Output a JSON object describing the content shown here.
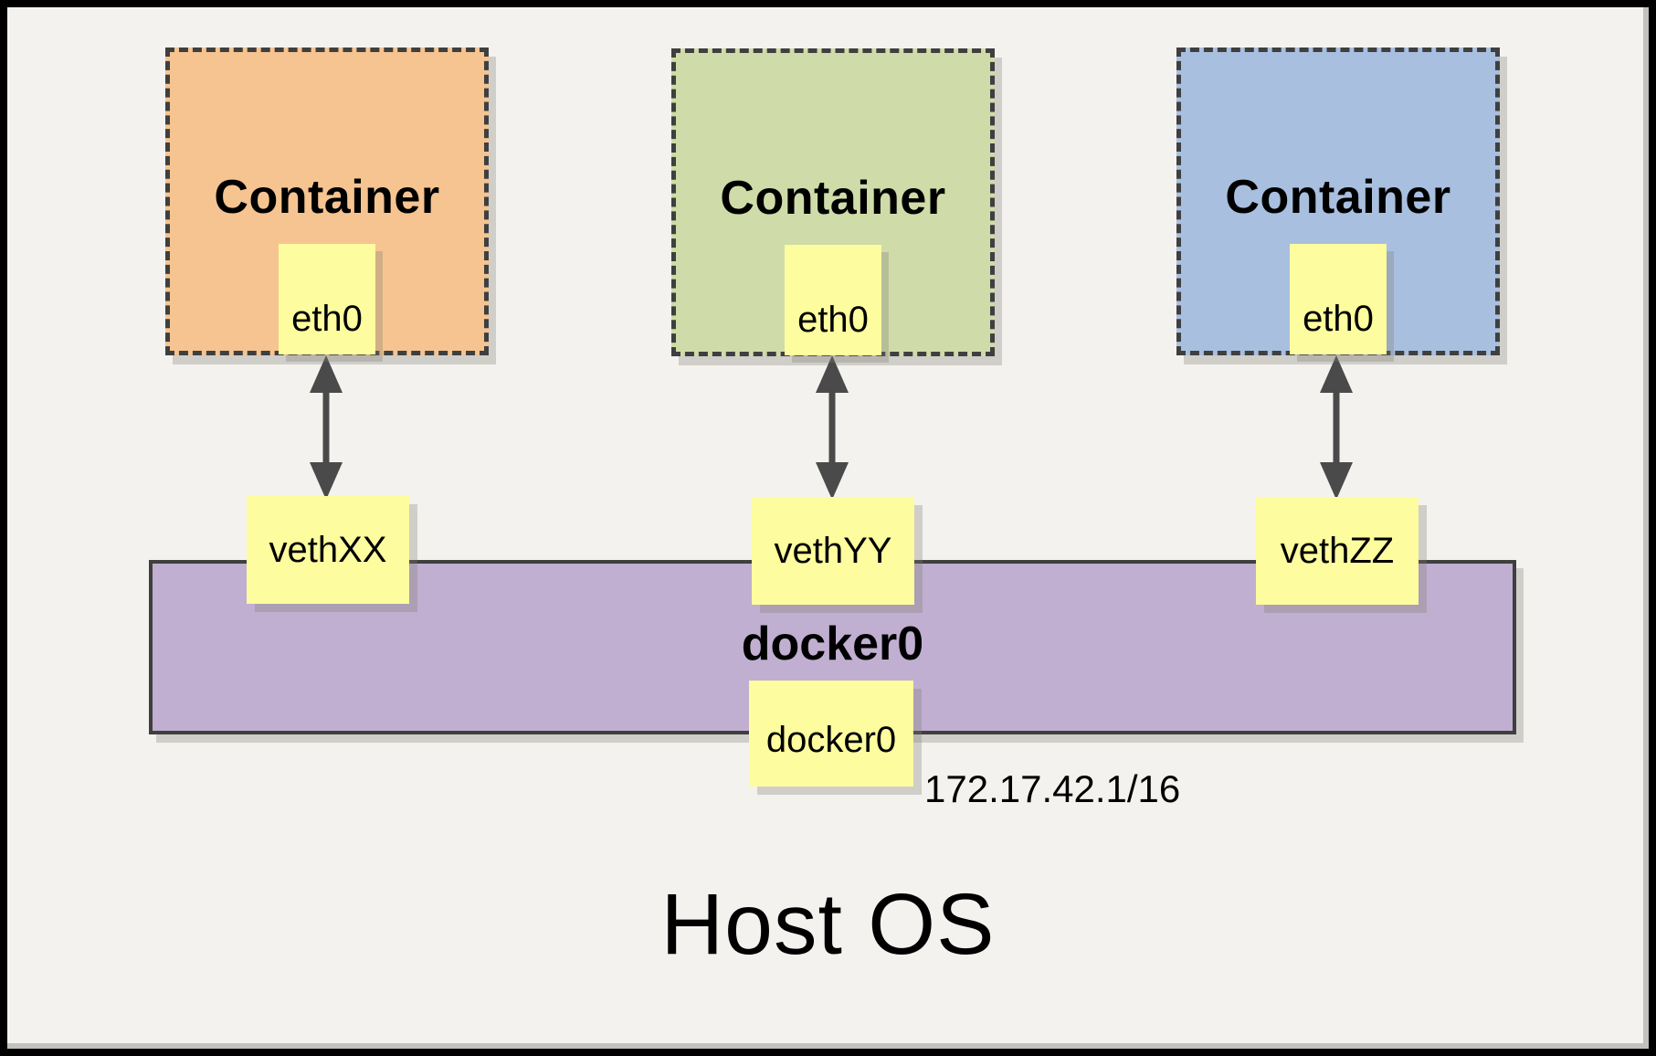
{
  "containers": [
    {
      "label": "Container",
      "interface": "eth0"
    },
    {
      "label": "Container",
      "interface": "eth0"
    },
    {
      "label": "Container",
      "interface": "eth0"
    }
  ],
  "veths": [
    "vethXX",
    "vethYY",
    "vethZZ"
  ],
  "bridge": {
    "label": "docker0",
    "interface": "docker0",
    "ip": "172.17.42.1/16"
  },
  "host": {
    "label": "Host OS"
  },
  "colors": {
    "container_orange": "#f6c491",
    "container_green": "#cfdca9",
    "container_blue": "#a9bfdf",
    "note_yellow": "#fdfc9e",
    "bridge_purple": "#c0afd1",
    "background": "#f4f2ee",
    "line_dark": "#3f3f3f"
  }
}
